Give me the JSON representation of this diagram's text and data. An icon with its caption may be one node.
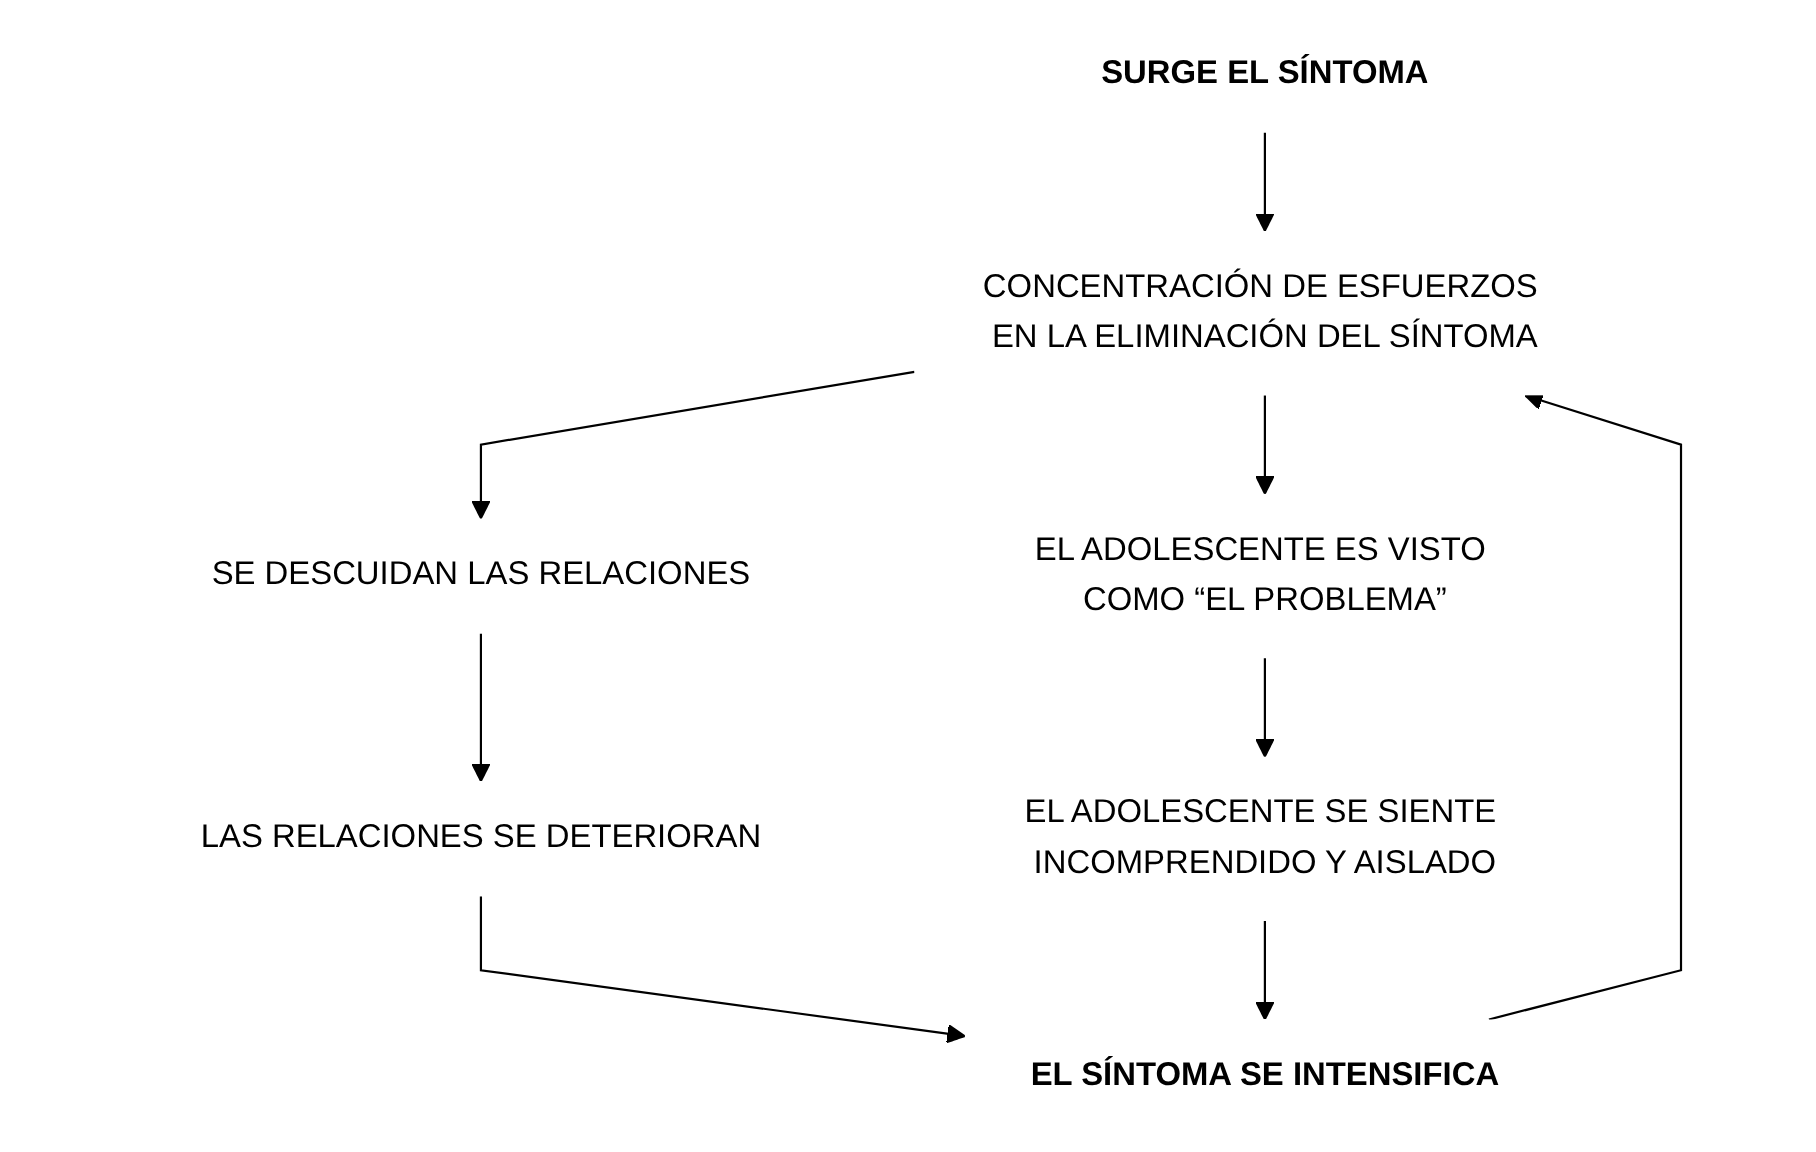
{
  "diagram": {
    "nodes": [
      {
        "text": [
          "SURGE EL SÍNTOMA"
        ]
      },
      {
        "text": [
          "CONCENTRACIÓN DE ESFUERZOS EN LA ELIMINACIÓN DEL SÍNTOMA"
        ]
      },
      {
        "text": [
          "SE DESCUIDAN LAS RELACIONES"
        ]
      },
      {
        "text": [
          "EL ADOLESCENTE ES VISTO COMO “EL PROBLEMA”"
        ]
      },
      {
        "text": [
          "LAS RELACIONES SE DETERIORAN"
        ]
      },
      {
        "text": [
          "EL ADOLESCENTE SE SIENTE INCOMPRENDIDO Y AISLADO"
        ]
      },
      {
        "text": [
          "EL SÍNTOMA SE INTENSIFICA"
        ]
      }
    ],
    "edges": [
      {
        "from": 0,
        "to": 1,
        "arrow": "to"
      },
      {
        "from": 1,
        "to": 2,
        "arrow": "to"
      },
      {
        "from": 1,
        "to": 3,
        "arrow": "to"
      },
      {
        "from": 2,
        "to": 4,
        "arrow": "to"
      },
      {
        "from": 3,
        "to": 5,
        "arrow": "to"
      },
      {
        "from": 4,
        "to": 6,
        "arrow": "to"
      },
      {
        "from": 5,
        "to": 6,
        "arrow": "to"
      },
      {
        "from": 6,
        "to": 1,
        "arrow": "to"
      }
    ]
  }
}
